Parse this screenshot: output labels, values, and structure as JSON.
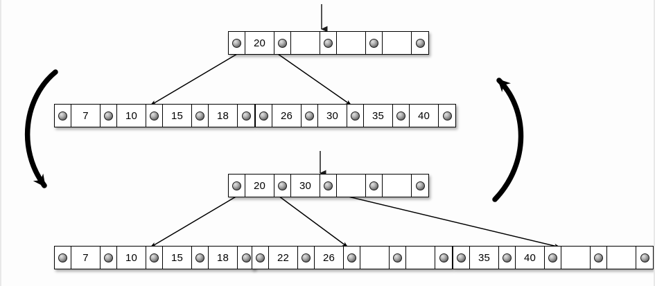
{
  "diagram": {
    "title": "B-tree node split diagram",
    "background_color": "#fdfdfd",
    "line_color": "#000000",
    "node_fill": "#ffffff"
  },
  "trees": [
    {
      "name": "before-split",
      "root": {
        "name": "root-node-before",
        "cells": [
          {
            "type": "pointer",
            "label": "pointer"
          },
          {
            "type": "key",
            "label": "20"
          },
          {
            "type": "pointer",
            "label": "pointer"
          },
          {
            "type": "key",
            "label": ""
          },
          {
            "type": "pointer",
            "label": "pointer"
          },
          {
            "type": "key",
            "label": ""
          },
          {
            "type": "pointer",
            "label": "pointer"
          },
          {
            "type": "key",
            "label": ""
          },
          {
            "type": "pointer",
            "label": "pointer"
          }
        ]
      },
      "leaves": [
        {
          "name": "leaf-node-before-left",
          "cells": [
            {
              "type": "pointer",
              "label": "pointer"
            },
            {
              "type": "key",
              "label": "7"
            },
            {
              "type": "pointer",
              "label": "pointer"
            },
            {
              "type": "key",
              "label": "10"
            },
            {
              "type": "pointer",
              "label": "pointer"
            },
            {
              "type": "key",
              "label": "15"
            },
            {
              "type": "pointer",
              "label": "pointer"
            },
            {
              "type": "key",
              "label": "18"
            },
            {
              "type": "pointer",
              "label": "pointer"
            }
          ]
        },
        {
          "name": "leaf-node-before-right",
          "cells": [
            {
              "type": "pointer",
              "label": "pointer"
            },
            {
              "type": "key",
              "label": "26"
            },
            {
              "type": "pointer",
              "label": "pointer"
            },
            {
              "type": "key",
              "label": "30"
            },
            {
              "type": "pointer",
              "label": "pointer"
            },
            {
              "type": "key",
              "label": "35"
            },
            {
              "type": "pointer",
              "label": "pointer"
            },
            {
              "type": "key",
              "label": "40"
            },
            {
              "type": "pointer",
              "label": "pointer"
            }
          ]
        }
      ]
    },
    {
      "name": "after-split",
      "root": {
        "name": "root-node-after",
        "cells": [
          {
            "type": "pointer",
            "label": "pointer"
          },
          {
            "type": "key",
            "label": "20"
          },
          {
            "type": "pointer",
            "label": "pointer"
          },
          {
            "type": "key",
            "label": "30"
          },
          {
            "type": "pointer",
            "label": "pointer"
          },
          {
            "type": "key",
            "label": ""
          },
          {
            "type": "pointer",
            "label": "pointer"
          },
          {
            "type": "key",
            "label": ""
          },
          {
            "type": "pointer",
            "label": "pointer"
          }
        ]
      },
      "leaves": [
        {
          "name": "leaf-node-after-left",
          "cells": [
            {
              "type": "pointer",
              "label": "pointer"
            },
            {
              "type": "key",
              "label": "7"
            },
            {
              "type": "pointer",
              "label": "pointer"
            },
            {
              "type": "key",
              "label": "10"
            },
            {
              "type": "pointer",
              "label": "pointer"
            },
            {
              "type": "key",
              "label": "15"
            },
            {
              "type": "pointer",
              "label": "pointer"
            },
            {
              "type": "key",
              "label": "18"
            },
            {
              "type": "pointer",
              "label": "pointer"
            }
          ]
        },
        {
          "name": "leaf-node-after-middle",
          "cells": [
            {
              "type": "pointer",
              "label": "pointer"
            },
            {
              "type": "key",
              "label": "22"
            },
            {
              "type": "pointer",
              "label": "pointer"
            },
            {
              "type": "key",
              "label": "26"
            },
            {
              "type": "pointer",
              "label": "pointer"
            },
            {
              "type": "key",
              "label": ""
            },
            {
              "type": "pointer",
              "label": "pointer"
            },
            {
              "type": "key",
              "label": ""
            },
            {
              "type": "pointer",
              "label": "pointer"
            }
          ]
        },
        {
          "name": "leaf-node-after-right",
          "cells": [
            {
              "type": "pointer",
              "label": "pointer"
            },
            {
              "type": "key",
              "label": "35"
            },
            {
              "type": "pointer",
              "label": "pointer"
            },
            {
              "type": "key",
              "label": "40"
            },
            {
              "type": "pointer",
              "label": "pointer"
            },
            {
              "type": "key",
              "label": ""
            },
            {
              "type": "pointer",
              "label": "pointer"
            },
            {
              "type": "key",
              "label": ""
            },
            {
              "type": "pointer",
              "label": "pointer"
            }
          ]
        }
      ]
    }
  ],
  "annotations": {
    "entry_arrow_top": "downward-arrow-into-root-before",
    "entry_arrow_bottom": "downward-arrow-into-root-after",
    "transition_arrow_left": "curved-arrow-down-left",
    "transition_arrow_right": "curved-arrow-up-right"
  }
}
